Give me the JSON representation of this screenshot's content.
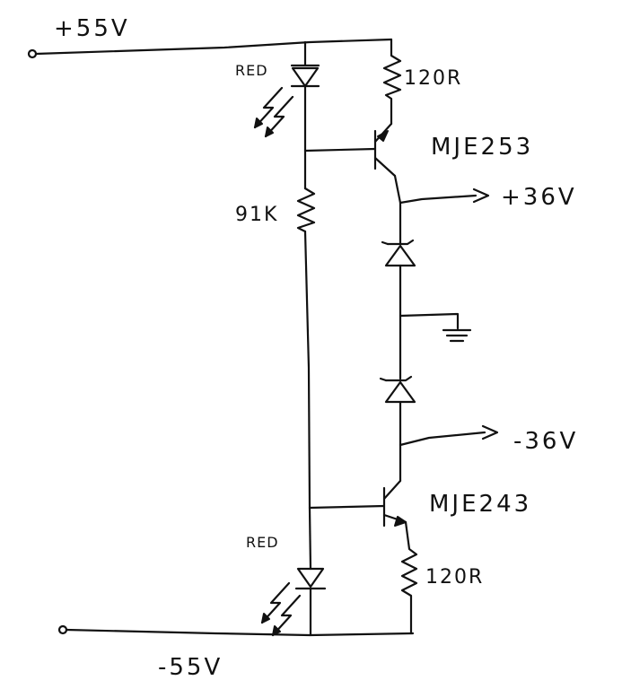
{
  "rails": {
    "positive_supply": "+55V",
    "negative_supply": "-55V"
  },
  "components": {
    "top_led_color": "RED",
    "bottom_led_color": "RED",
    "top_resistor": "120R",
    "middle_resistor": "91K",
    "bottom_resistor": "120R",
    "top_transistor": "MJE253",
    "bottom_transistor": "MJE243"
  },
  "outputs": {
    "positive": "+36V",
    "negative": "-36V"
  }
}
